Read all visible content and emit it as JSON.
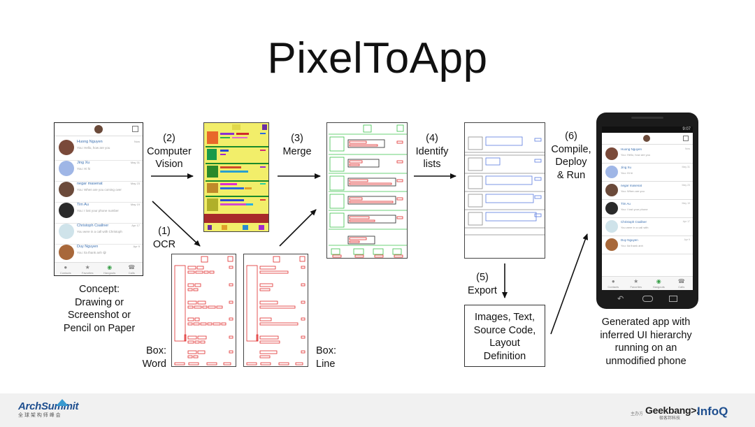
{
  "title": "PixelToApp",
  "labels": {
    "concept": "Concept:\nDrawing or\nScreenshot or\nPencil on Paper",
    "step2": "(2)\nComputer\nVision",
    "step1": "(1)\nOCR",
    "step3": "(3)\nMerge",
    "step4": "(4)\nIdentify\nlists",
    "step5": "(5)\nExport",
    "export_box": "Images, Text,\nSource Code,\nLayout\nDefinition",
    "step6": "(6)\nCompile,\nDeploy\n& Run",
    "generated": "Generated app with\ninferred UI hierarchy\nrunning on an\nunmodified phone",
    "box_word": "Box:\nWord",
    "box_line": "Box:\nLine"
  },
  "concept_screen": {
    "contacts": [
      {
        "name": "Huong Nguyen",
        "message": "You: Hello, how are you",
        "date": "Now",
        "avatar_color": "#7a4a3a"
      },
      {
        "name": "Jing Xu",
        "message": "You: Hi hi",
        "date": "May 31",
        "avatar_color": "#9fb6e6"
      },
      {
        "name": "negar masenat",
        "message": "You: When are you coming over",
        "date": "May 23",
        "avatar_color": "#6b4a3a"
      },
      {
        "name": "Tim Au",
        "message": "You: I lost your phone number",
        "date": "May 19",
        "avatar_color": "#2a2a2a"
      },
      {
        "name": "Christoph Csallner",
        "message": "You were in a call with Christoph",
        "date": "Apr 17",
        "avatar_color": "#cfe3ea"
      },
      {
        "name": "Duy Nguyen",
        "message": "You: Ila thank anh 😀",
        "date": "Apr 9",
        "avatar_color": "#a8683a"
      }
    ],
    "tabs": [
      "Contacts",
      "Favorites",
      "Hangouts",
      "Calls"
    ]
  },
  "phone_screen": {
    "status_time": "9:07",
    "contacts": [
      {
        "name": "Huong Nguyen",
        "message": "You: Hello, how are you",
        "date": "Now",
        "avatar_color": "#7a4a3a"
      },
      {
        "name": "Jing Xu",
        "message": "You: Hi hi",
        "date": "May 31",
        "avatar_color": "#9fb6e6"
      },
      {
        "name": "negar masenat",
        "message": "You: When are you",
        "date": "May 23",
        "avatar_color": "#6b4a3a"
      },
      {
        "name": "Tim Au",
        "message": "You: I lost your phone",
        "date": "May 19",
        "avatar_color": "#2a2a2a"
      },
      {
        "name": "Christoph Csallner",
        "message": "You were in a call with",
        "date": "Apr 17",
        "avatar_color": "#cfe3ea"
      },
      {
        "name": "Duy Nguyen",
        "message": "You: Ila thank anh",
        "date": "Apr 9",
        "avatar_color": "#a8683a"
      }
    ],
    "tabs": [
      "Contacts",
      "Favorites",
      "Hangouts",
      "Calls"
    ]
  },
  "footer": {
    "left_logo": "ArchSummit",
    "left_sub": "全 球 架 构 师 峰 会",
    "right_prefix": "主办方",
    "geekbang": "Geekbang>.",
    "geekbang_sub": "极客邦科技",
    "infoq": "InfoQ"
  }
}
